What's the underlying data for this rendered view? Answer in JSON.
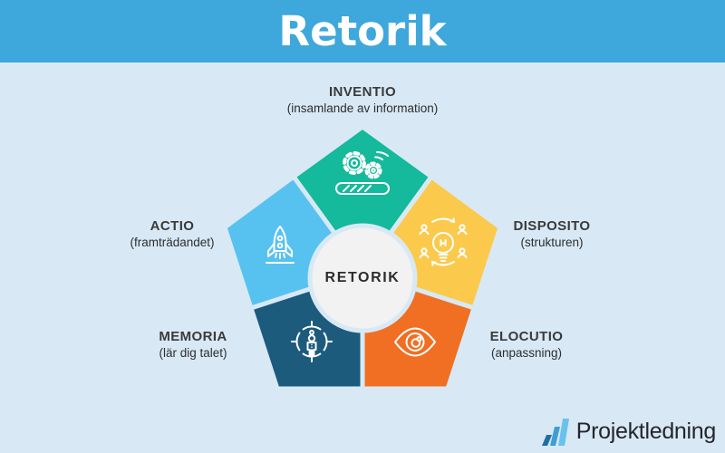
{
  "header": {
    "title": "Retorik"
  },
  "center": {
    "label": "RETORIK"
  },
  "segments": [
    {
      "id": "inventio",
      "label": "INVENTIO",
      "sub": "(insamlande av information)",
      "color": "#15b99b",
      "icon": "gears-progress-icon"
    },
    {
      "id": "disposito",
      "label": "DISPOSITO",
      "sub": "(strukturen)",
      "color": "#fbca4d",
      "icon": "idea-collaboration-icon"
    },
    {
      "id": "elocutio",
      "label": "ELOCUTIO",
      "sub": "(anpassning)",
      "color": "#f06f22",
      "icon": "eye-icon"
    },
    {
      "id": "memoria",
      "label": "MEMORIA",
      "sub": "(lär dig talet)",
      "color": "#1d5b7d",
      "icon": "person-target-icon"
    },
    {
      "id": "actio",
      "label": "ACTIO",
      "sub": "(framträdandet)",
      "color": "#57c2f0",
      "icon": "rocket-icon"
    }
  ],
  "logo": {
    "text": "Projektledning"
  },
  "colors": {
    "background": "#d8e9f5",
    "header_bg": "#3ea7db",
    "center_circle": "#f2f2f2",
    "label_text": "#3a3a3c",
    "icon_stroke": "#ffffff"
  }
}
